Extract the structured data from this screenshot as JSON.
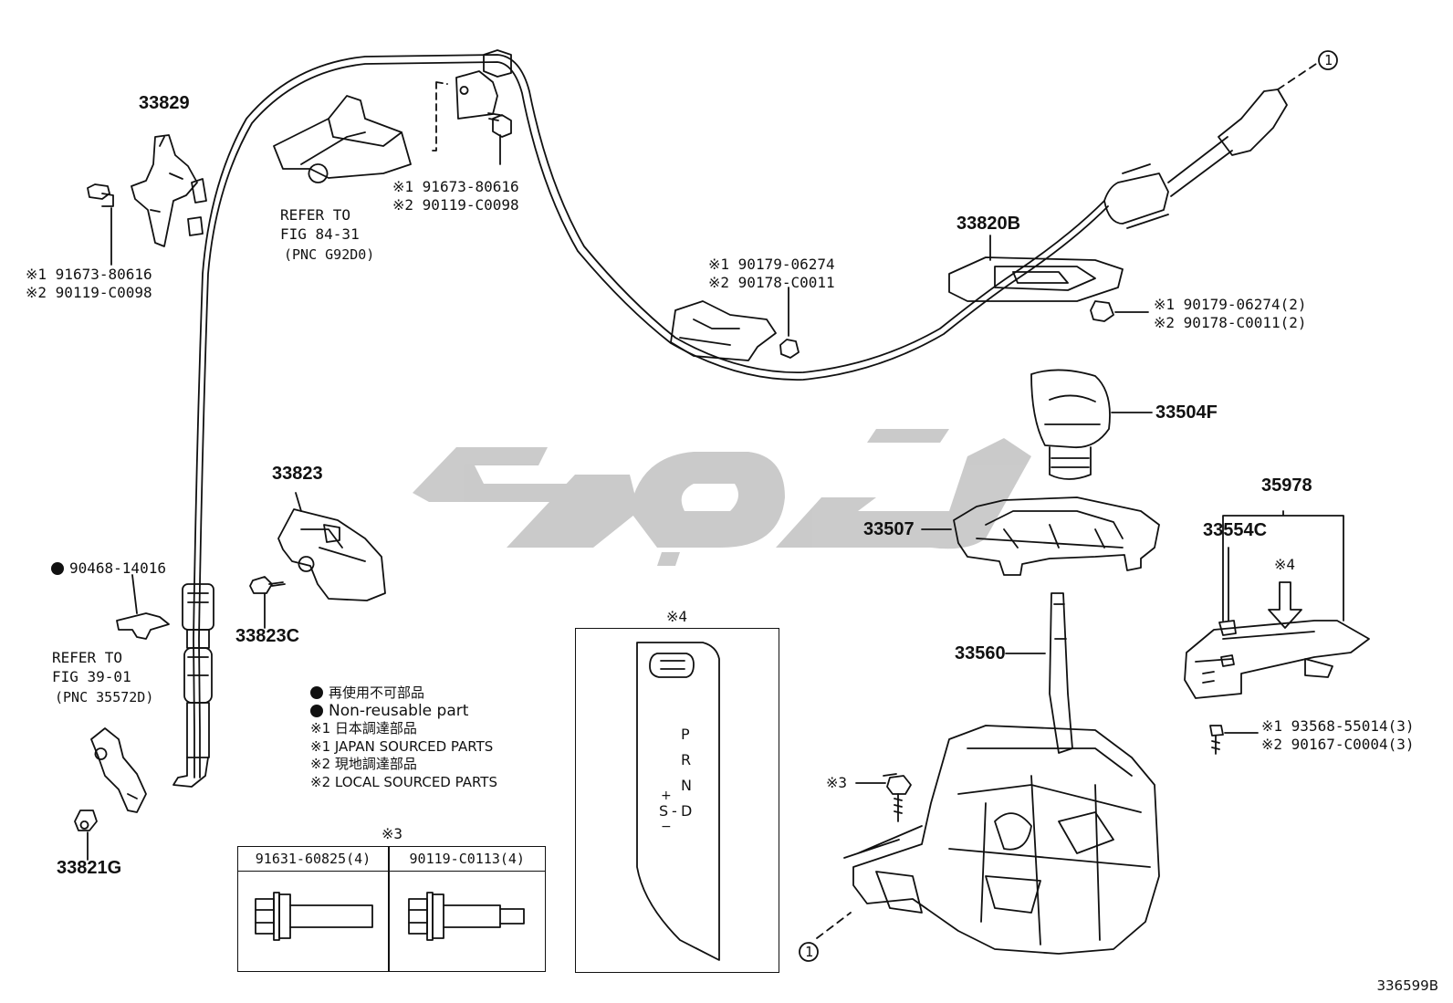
{
  "parts": {
    "p33829": "33829",
    "p33823": "33823",
    "p33823c": "33823C",
    "p33821g": "33821G",
    "p33820b": "33820B",
    "p33504f": "33504F",
    "p33507": "33507",
    "p33560": "33560",
    "p35978": "35978",
    "p33554c": "33554C",
    "p90468": "90468-14016"
  },
  "refs": {
    "fig8431_l1": "REFER TO",
    "fig8431_l2": "FIG 84-31",
    "fig8431_l3": "(PNC G92D0)",
    "fig3901_l1": "REFER TO",
    "fig3901_l2": "FIG 39-01",
    "fig3901_l3": "(PNC 35572D)"
  },
  "alt_parts": {
    "left_1": "※1 91673-80616",
    "left_2": "※2 90119-C0098",
    "top_1": "※1 91673-80616",
    "top_2": "※2 90119-C0098",
    "mid_1": "※1 90179-06274",
    "mid_2": "※2 90178-C0011",
    "right_1": "※1 90179-06274(2)",
    "right_2": "※2 90178-C0011(2)",
    "bolt_1": "※1 93568-55014(3)",
    "bolt_2": "※2 90167-C0004(3)"
  },
  "markers": {
    "circle1_top": "1",
    "circle1_bottom": "1",
    "note3": "※3",
    "note4_box": "※4",
    "note4_arrow": "※4",
    "note3_table": "※3"
  },
  "legend": {
    "row1": "再使用不可部品",
    "row2": "Non-reusable part",
    "row3": "※1 日本調達部品",
    "row4": "※1 JAPAN SOURCED PARTS",
    "row5": "※2 現地調達部品",
    "row6": "※2 LOCAL SOURCED PARTS"
  },
  "table3": {
    "col1": "91631-60825(4)",
    "col2": "90119-C0113(4)"
  },
  "gear": {
    "p": "P",
    "r": "R",
    "n": "N",
    "d": "D",
    "s": "S",
    "plus": "+",
    "minus": "−"
  },
  "drawing_code": "336599B",
  "colors": {
    "ink": "#111111",
    "watermark": "#c8c8c8"
  }
}
